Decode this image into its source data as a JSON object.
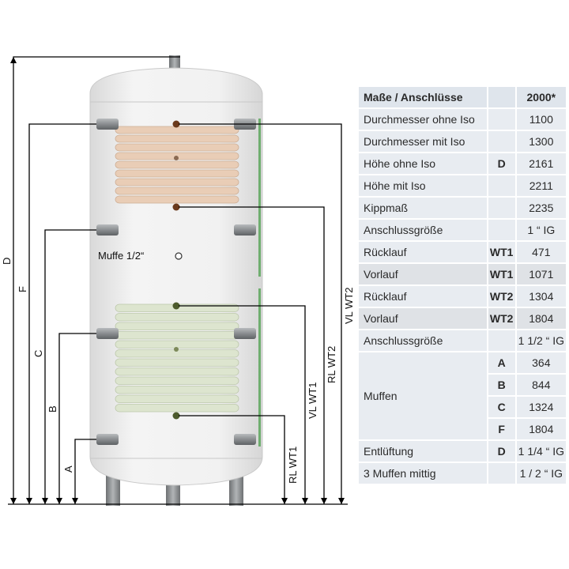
{
  "diagram": {
    "muffe_label": "Muffe 1/2“",
    "dim_labels": {
      "d": "D",
      "f": "F",
      "c": "C",
      "b": "B",
      "a": "A",
      "rl_wt1": "RL WT1",
      "vl_wt1": "VL WT1",
      "rl_wt2": "RL WT2",
      "vl_wt2": "VL WT2"
    },
    "colors": {
      "tank": "#efefef",
      "upper_coil": "#e9cdb6",
      "lower_coil": "#dde5cf",
      "port": "#8f9294",
      "stripe": "#6fae6f"
    }
  },
  "table": {
    "header": {
      "label": "Maße / Anschlüsse",
      "code": "",
      "value": "2000*"
    },
    "rows": [
      {
        "label": "Durchmesser ohne Iso",
        "code": "",
        "value": "1100"
      },
      {
        "label": "Durchmesser mit Iso",
        "code": "",
        "value": "1300"
      },
      {
        "label": "Höhe ohne Iso",
        "code": "D",
        "value": "2161"
      },
      {
        "label": "Höhe mit Iso",
        "code": "",
        "value": "2211"
      },
      {
        "label": "Kippmaß",
        "code": "",
        "value": "2235"
      },
      {
        "label": "Anschlussgröße",
        "code": "",
        "value": "1 “ IG"
      },
      {
        "label": "Rücklauf",
        "code": "WT1",
        "value": "471"
      },
      {
        "label": "Vorlauf",
        "code": "WT1",
        "value": "1071"
      },
      {
        "label": "Rücklauf",
        "code": "WT2",
        "value": "1304"
      },
      {
        "label": "Vorlauf",
        "code": "WT2",
        "value": "1804"
      },
      {
        "label": "Anschlussgröße",
        "code": "",
        "value": "1 1/2 “ IG"
      }
    ],
    "muffen": {
      "label": "Muffen",
      "rows": [
        {
          "code": "A",
          "value": "364"
        },
        {
          "code": "B",
          "value": "844"
        },
        {
          "code": "C",
          "value": "1324"
        },
        {
          "code": "F",
          "value": "1804"
        }
      ]
    },
    "tail": [
      {
        "label": "Entlüftung",
        "code": "D",
        "value": "1 1/4 “ IG"
      },
      {
        "label": "3 Muffen mittig",
        "code": "",
        "value": "1 / 2 “ IG"
      }
    ]
  }
}
